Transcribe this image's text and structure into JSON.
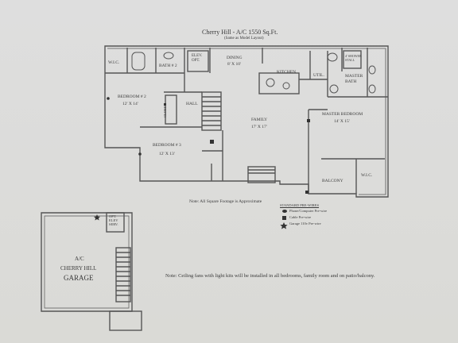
{
  "title": "Cherry Hill - A/C   1550 Sq.Ft.",
  "subtitle": "(Same as Model Layout)",
  "rooms": {
    "wic_left": "W.I.C.",
    "bath2": "BATH # 2",
    "elev": "ELEV.\nOPT.",
    "dining": "DINING",
    "dining_size": "8' X 10'",
    "kitchen": "KITCHEN",
    "util": "UTIL.",
    "shower": "4' SHOWER STALL",
    "master_bath": "MASTER\nBATH",
    "bedroom2": "BEDROOM # 2",
    "bedroom2_size": "12' X 14'",
    "closet": "CLOSET",
    "hall": "HALL",
    "family": "FAMILY",
    "family_size": "17' X 17'",
    "master_bedroom": "MASTER BEDROOM",
    "master_size": "14' X 15'",
    "bedroom3": "BEDROOM # 3",
    "bedroom3_size": "12' X 13'",
    "wic_right": "W.I.C.",
    "balcony": "BALCONY"
  },
  "note_sqft": "Note: All Square Footage is Approximate",
  "legend": {
    "title": "STANDARD PRE-WIRES",
    "items": [
      "Phone/Computer Pre-wire",
      "Cable Pre-wire",
      "Garage 110v Pre-wire"
    ]
  },
  "garage": {
    "line1": "A/C",
    "line2": "CHERRY HILL",
    "line3": "GARAGE",
    "elev": "OPT.\nELEV\nSERV."
  },
  "note_ceiling": "Note: Ceiling fans with light kits will be installed in all bedrooms, family room and on patio/balcony."
}
